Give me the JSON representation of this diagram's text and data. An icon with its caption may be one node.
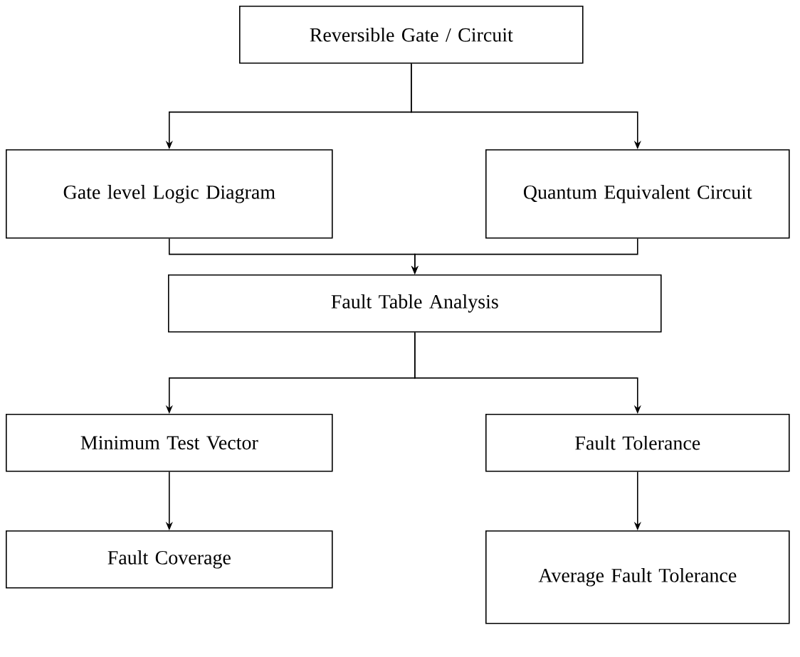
{
  "diagram": {
    "nodes": [
      {
        "text": [
          "Reversible Gate / Circuit"
        ]
      },
      {
        "text": [
          "Gate level Logic Diagram"
        ]
      },
      {
        "text": [
          "Quantum Equivalent Circuit"
        ]
      },
      {
        "text": [
          "Fault Table Analysis"
        ]
      },
      {
        "text": [
          "Minimum Test Vector"
        ]
      },
      {
        "text": [
          "Fault Tolerance"
        ]
      },
      {
        "text": [
          "Fault Coverage"
        ]
      },
      {
        "text": [
          "Average Fault Tolerance"
        ]
      }
    ],
    "edges": [
      {
        "from": 0,
        "to": 1,
        "arrow": "to"
      },
      {
        "from": 0,
        "to": 2,
        "arrow": "to"
      },
      {
        "from": 1,
        "to": 3,
        "arrow": "to"
      },
      {
        "from": 2,
        "to": 3,
        "arrow": "to"
      },
      {
        "from": 3,
        "to": 4,
        "arrow": "to"
      },
      {
        "from": 3,
        "to": 5,
        "arrow": "to"
      },
      {
        "from": 4,
        "to": 6,
        "arrow": "to"
      },
      {
        "from": 5,
        "to": 7,
        "arrow": "to"
      }
    ]
  }
}
